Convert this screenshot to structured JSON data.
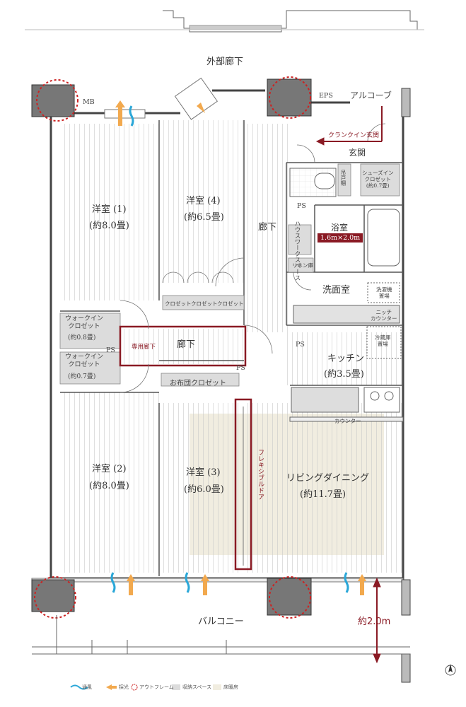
{
  "corridor_outside": "外部廊下",
  "balcony": "バルコニー",
  "alcove": "アルコーブ",
  "eps": "EPS",
  "mb": "MB",
  "crank_entrance": "クランクイン玄関",
  "entrance": "玄関",
  "shoe_closet": "シューズイン\nクロゼット\n(約0.7畳)",
  "toilet_shelf": "吊戸棚",
  "ps_labels": [
    "PS",
    "PS",
    "PS",
    "PS"
  ],
  "rooms": {
    "r1_name": "洋室 (1)",
    "r1_size": "(約8.0畳)",
    "r4_name": "洋室 (4)",
    "r4_size": "(約6.5畳)",
    "r2_name": "洋室 (2)",
    "r2_size": "(約8.0畳)",
    "r3_name": "洋室 (3)",
    "r3_size": "(約6.0畳)",
    "ld_name": "リビングダイニング",
    "ld_size": "(約11.7畳)",
    "kitchen_name": "キッチン",
    "kitchen_size": "(約3.5畳)"
  },
  "hallway_right": "廊下",
  "hallway_center": "廊下",
  "private_hall": "専用廊下",
  "housework": "ハウスワークスペース",
  "bath_name": "浴室",
  "bath_size": "1.6m×2.0m",
  "linen": "リネン庫",
  "washroom": "洗面室",
  "washer": "洗濯機\n置場",
  "niche": "ニッチ\nカウンター",
  "fridge": "冷蔵庫\n置場",
  "closet_label": "クロゼット",
  "wic1": "ウォークイン\nクロゼット",
  "wic1_size": "(約0.8畳)",
  "wic2": "ウォークイン\nクロゼット",
  "wic2_size": "(約0.7畳)",
  "futon": "お布団クロゼット",
  "counter": "カウンター",
  "flexible_door": "フレキシブルドア",
  "balcony_depth": "約2.0m",
  "legend": [
    "通風",
    "採光",
    "アウトフレーム",
    "収納スペース",
    "床暖房"
  ],
  "colors": {
    "accent_red": "#8a1a24",
    "flow_blue": "#2aa7d8",
    "light_orange": "#f2a94e",
    "storage_gray": "#d9d9d9",
    "floor_heat": "#f1ede0"
  }
}
